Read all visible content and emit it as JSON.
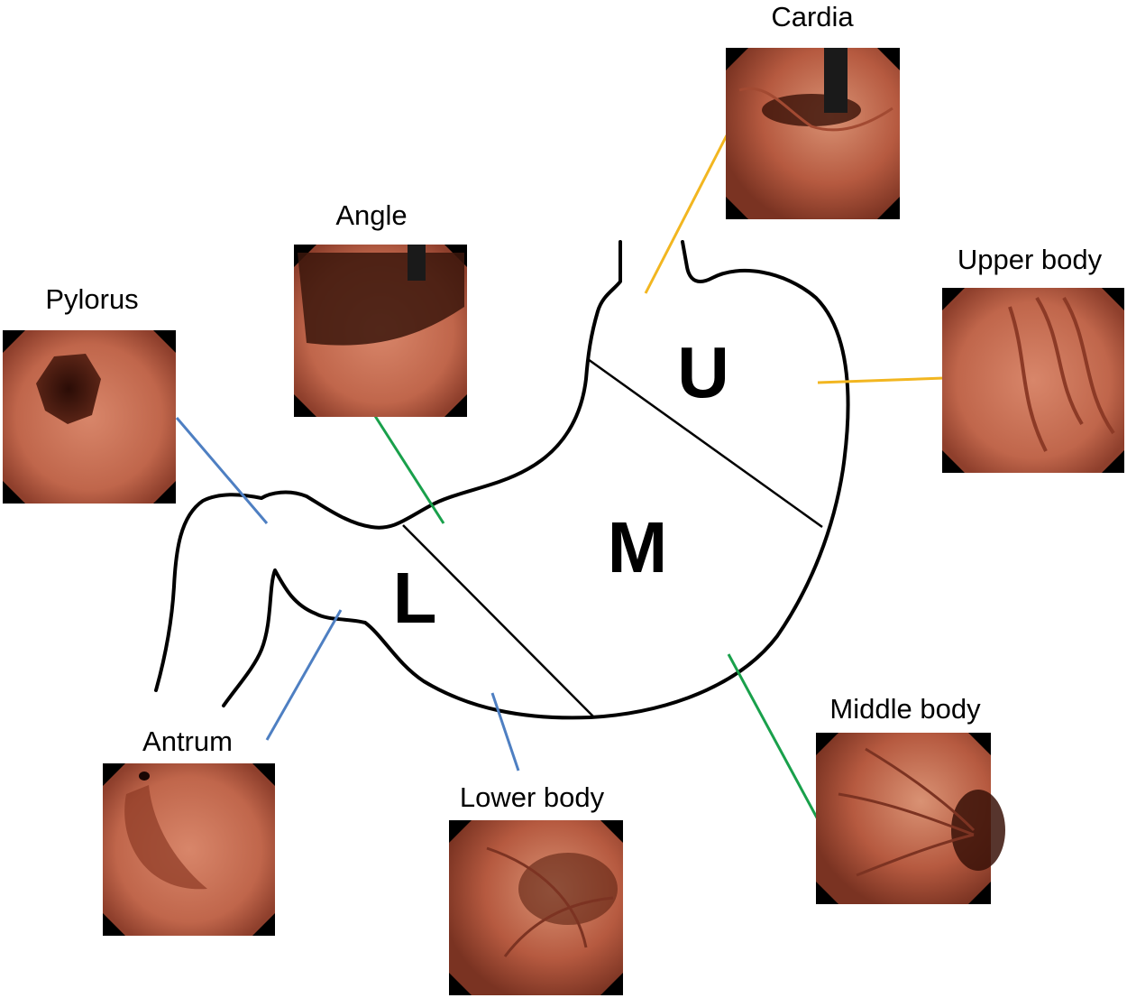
{
  "regions": {
    "upper": "U",
    "middle": "M",
    "lower": "L"
  },
  "sites": {
    "cardia": "Cardia",
    "upper_body": "Upper body",
    "angle": "Angle",
    "pylorus": "Pylorus",
    "middle_body": "Middle body",
    "antrum": "Antrum",
    "lower_body": "Lower body"
  },
  "colors": {
    "upper_leader": "#F2B620",
    "middle_leader": "#19A04B",
    "lower_leader": "#4E7FC2",
    "image_frame": "#000000"
  }
}
